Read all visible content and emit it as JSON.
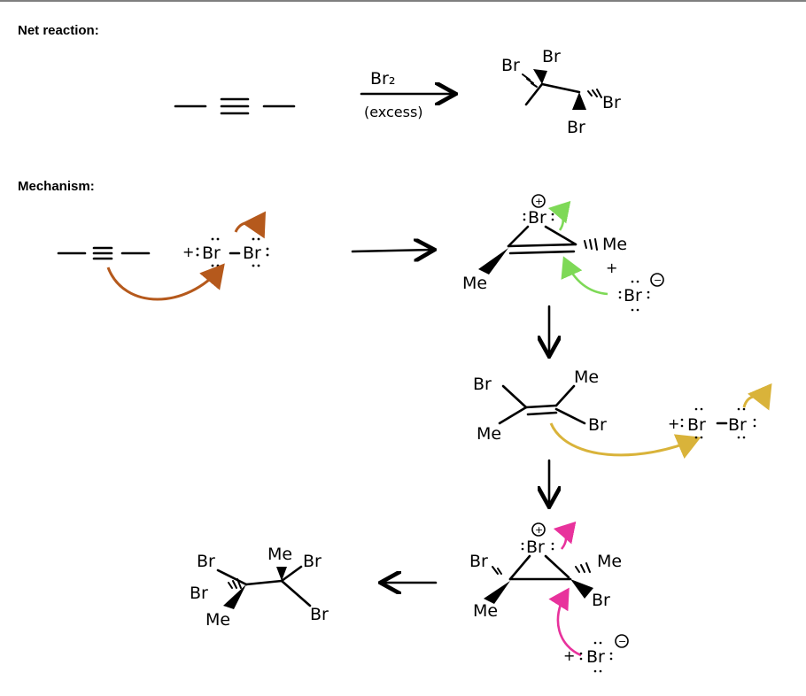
{
  "headings": {
    "net_reaction": "Net reaction:",
    "mechanism": "Mechanism:"
  },
  "net_reaction": {
    "reagent": "Br₂",
    "condition": "(excess)",
    "product_labels": [
      "Br",
      "Br",
      "Br",
      "Br"
    ]
  },
  "mechanism": {
    "step1": {
      "plus": "+",
      "atom_left": "Br",
      "atom_right": "Br"
    },
    "bromonium1": {
      "atom": "Br",
      "charge": "+",
      "substituents": [
        "Me",
        "Me"
      ],
      "nucleophile": "Br",
      "nucleophile_charge": "−",
      "plus": "+"
    },
    "alkene": {
      "labels": [
        "Br",
        "Me",
        "Me",
        "Br"
      ],
      "plus": "+",
      "atom_left": "Br",
      "atom_right": "Br"
    },
    "bromonium2": {
      "atom": "Br",
      "charge": "+",
      "labels": [
        "Br",
        "Me",
        "Me",
        "Br"
      ],
      "nucleophile": "Br",
      "nucleophile_charge": "−",
      "plus": "+"
    },
    "final_product": {
      "labels": [
        "Br",
        "Br",
        "Me",
        "Me",
        "Br",
        "Br"
      ]
    }
  },
  "colors": {
    "ink": "#000000",
    "arrow_brown": "#b5591c",
    "arrow_green": "#7ed957",
    "arrow_gold": "#d9b33a",
    "arrow_pink": "#e8329c",
    "rule": "#7f7f7f"
  }
}
